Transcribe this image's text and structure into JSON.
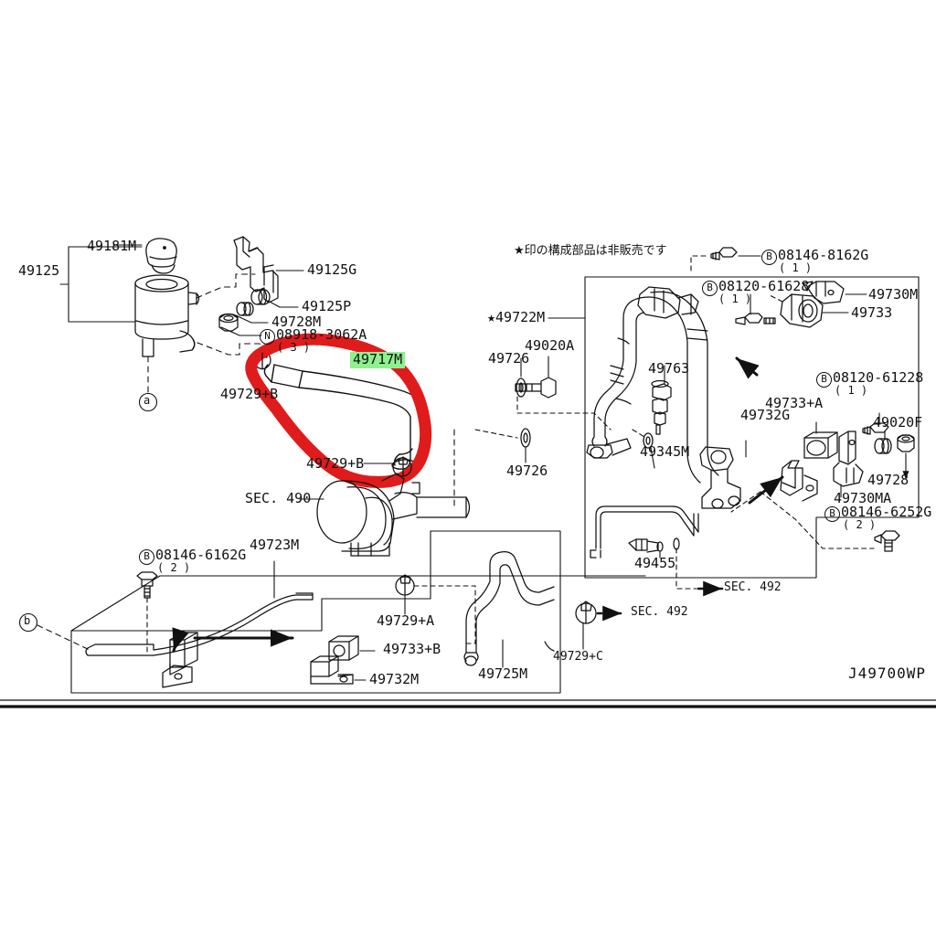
{
  "diagram": {
    "code": "J49700WP",
    "note_jp": "★印の構成部品は非販売です",
    "highlight_color": "#8ef08e",
    "marker_color": "#e01b1b"
  },
  "highlighted_part": {
    "number": "49717M"
  },
  "markers": [
    {
      "id": "a",
      "label": "a"
    },
    {
      "id": "b",
      "label": "b"
    }
  ],
  "labels": {
    "l_49125": "49125",
    "l_49181M": "49181M",
    "l_49125G": "49125G",
    "l_49125P": "49125P",
    "l_49728M": "49728M",
    "l_08918": "08918-3062A",
    "l_08918_qty": "( 3 )",
    "l_08918_pfx": "N",
    "l_49729B_top": "49729+B",
    "l_49729B_bot": "49729+B",
    "l_49717M": "49717M",
    "l_SEC490": "SEC. 490",
    "l_49723M": "49723M",
    "l_08146_6162G": "08146-6162G",
    "l_08146_6162G_qty": "( 2 )",
    "l_08146_6162G_pfx": "B",
    "l_49729A": "49729+A",
    "l_49733B": "49733+B",
    "l_49732M": "49732M",
    "l_49725M": "49725M",
    "l_49729C": "49729+C",
    "l_SEC492_a": "SEC. 492",
    "l_SEC492_b": "SEC. 492",
    "l_49722M": "49722M",
    "l_49722M_star": "★",
    "l_49726_top": "49726",
    "l_49020A": "49020A",
    "l_49726_bot": "49726",
    "l_49763": "49763",
    "l_49345M": "49345M",
    "l_49455": "49455",
    "l_08146_8162G": "08146-8162G",
    "l_08146_8162G_qty": "( 1 )",
    "l_08146_8162G_pfx": "B",
    "l_08120_61628": "08120-61628",
    "l_08120_61628_qty": "( 1 )",
    "l_08120_61628_pfx": "B",
    "l_49730M": "49730M",
    "l_49733": "49733",
    "l_08120_61228": "08120-61228",
    "l_08120_61228_qty": "( 1 )",
    "l_08120_61228_pfx": "B",
    "l_49733A": "49733+A",
    "l_49732G": "49732G",
    "l_49020F": "49020F",
    "l_49728": "49728",
    "l_49730MA": "49730MA",
    "l_08146_6252G": "08146-6252G",
    "l_08146_6252G_qty": "( 2 )",
    "l_08146_6252G_pfx": "B"
  }
}
